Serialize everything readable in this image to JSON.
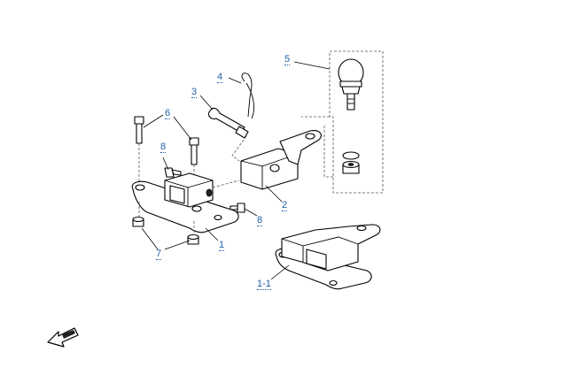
{
  "callouts": {
    "c5": "5",
    "c4": "4",
    "c3": "3",
    "c6": "6",
    "c8a": "8",
    "c8b": "8",
    "c2": "2",
    "c1": "1",
    "c7": "7",
    "c11": "1-1"
  },
  "icons": {
    "front_arrow": "front-direction-arrow-icon"
  }
}
